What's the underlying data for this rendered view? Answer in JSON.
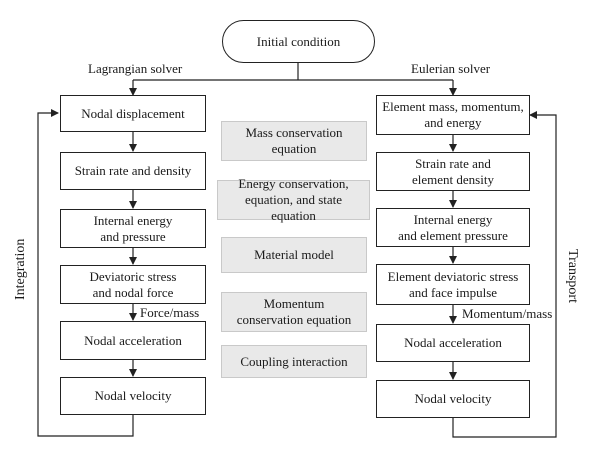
{
  "initial_condition": "Initial condition",
  "lagrangian_label": "Lagrangian solver",
  "eulerian_label": "Eulerian solver",
  "left_steps": [
    "Nodal displacement",
    "Strain rate and density",
    "Internal energy\nand pressure",
    "Deviatoric stress\nand nodal force",
    "Nodal acceleration",
    "Nodal velocity"
  ],
  "right_steps": [
    "Element mass, momentum,\nand energy",
    "Strain rate and\nelement density",
    "Internal energy\nand element pressure",
    "Element deviatoric stress\nand face impulse",
    "Nodal acceleration",
    "Nodal velocity"
  ],
  "middle_items": [
    "Mass conservation\nequation",
    "Energy conservation,\nequation, and state equation",
    "Material model",
    "Momentum\nconservation equation",
    "Coupling interaction"
  ],
  "force_mass_label": "Force/mass",
  "momentum_mass_label": "Momentum/mass",
  "integration_label": "Integration",
  "transport_label": "Transport"
}
